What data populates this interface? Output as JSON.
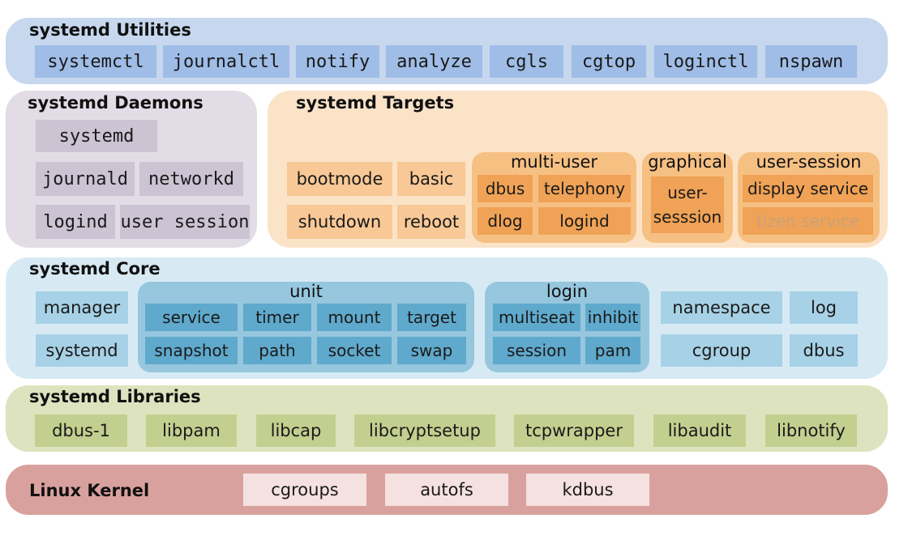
{
  "utilities": {
    "title": "systemd Utilities",
    "items": [
      "systemctl",
      "journalctl",
      "notify",
      "analyze",
      "cgls",
      "cgtop",
      "loginctl",
      "nspawn"
    ]
  },
  "daemons": {
    "title": "systemd Daemons",
    "systemd": "systemd",
    "journald": "journald",
    "networkd": "networkd",
    "logind": "logind",
    "user_session": "user session"
  },
  "targets": {
    "title": "systemd Targets",
    "bootmode": "bootmode",
    "basic": "basic",
    "shutdown": "shutdown",
    "reboot": "reboot",
    "multi_user": {
      "label": "multi-user",
      "items": [
        "dbus",
        "telephony",
        "dlog",
        "logind"
      ]
    },
    "graphical": {
      "label": "graphical",
      "item": "user-\nsesssion"
    },
    "user_session": {
      "label": "user-session",
      "display_service": "display service",
      "tizen_service": "tizen service"
    }
  },
  "core": {
    "title": "systemd Core",
    "manager": "manager",
    "systemd": "systemd",
    "unit": {
      "label": "unit",
      "items": [
        "service",
        "timer",
        "mount",
        "target",
        "snapshot",
        "path",
        "socket",
        "swap"
      ]
    },
    "login": {
      "label": "login",
      "items": [
        "multiseat",
        "inhibit",
        "session",
        "pam"
      ]
    },
    "namespace": "namespace",
    "log": "log",
    "cgroup": "cgroup",
    "dbus": "dbus"
  },
  "libraries": {
    "title": "systemd Libraries",
    "items": [
      "dbus-1",
      "libpam",
      "libcap",
      "libcryptsetup",
      "tcpwrapper",
      "libaudit",
      "libnotify"
    ]
  },
  "kernel": {
    "title": "Linux Kernel",
    "items": [
      "cgroups",
      "autofs",
      "kdbus"
    ]
  },
  "colors": {
    "utilities": "#9fbde6",
    "daemons": "#ccc3d3",
    "targets": "#f8c896",
    "core": "#a7d1e6",
    "libraries": "#c3cf8f",
    "kernel": "#d9a19d"
  }
}
